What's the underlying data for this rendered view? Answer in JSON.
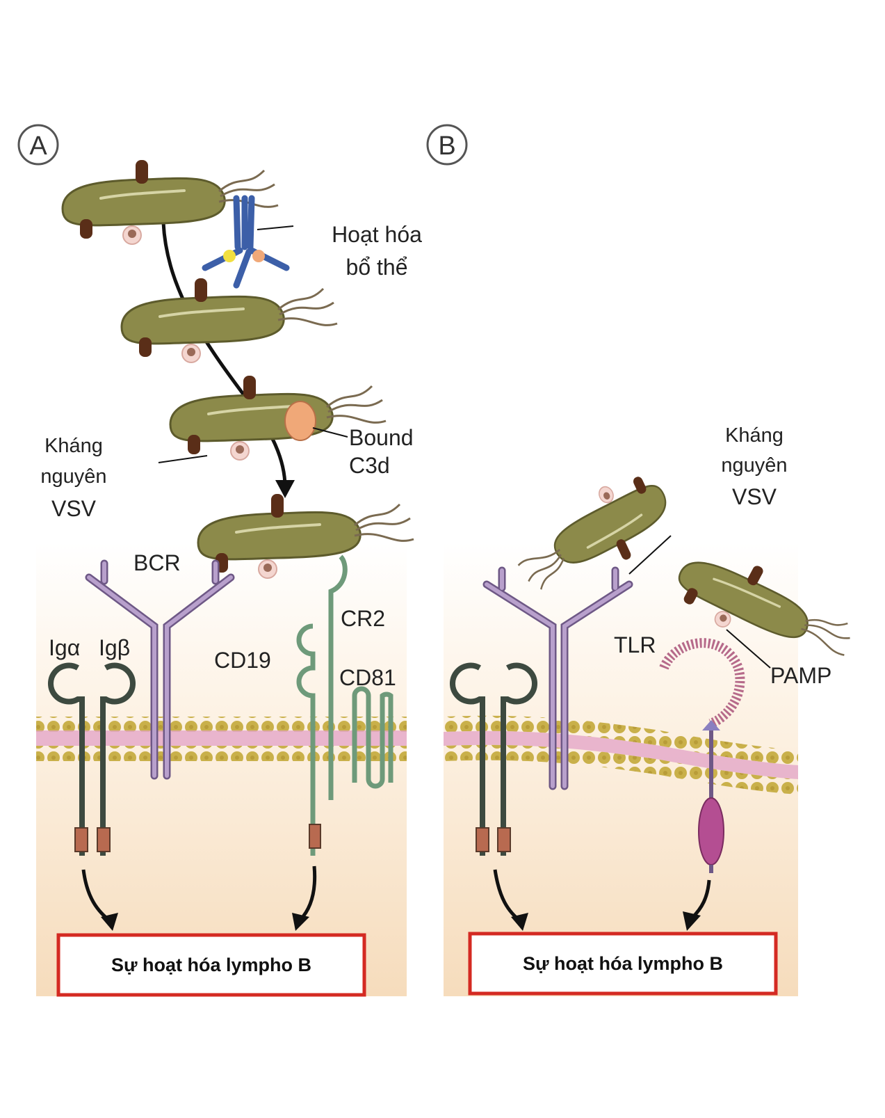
{
  "panels": {
    "A": {
      "letter": "A",
      "complement_label": [
        "Hoạt hóa",
        "bổ thể"
      ],
      "bound_c3d_label": [
        "Bound",
        "C3d"
      ],
      "antigen_label": [
        "Kháng",
        "nguyên",
        "VSV"
      ],
      "bcr_label": "BCR",
      "ig_alpha_label": "Igα",
      "ig_beta_label": "Igβ",
      "cd19_label": "CD19",
      "cr2_label": "CR2",
      "cd81_label": "CD81",
      "result_label": "Sự hoạt hóa lympho B"
    },
    "B": {
      "letter": "B",
      "antigen_label": [
        "Kháng",
        "nguyên",
        "VSV"
      ],
      "tlr_label": "TLR",
      "pamp_label": "PAMP",
      "result_label": "Sự hoạt hóa lympho B"
    }
  },
  "colors": {
    "bacterium": "#8c8a4a",
    "bcr": "#a58ab8",
    "ig": "#3d4a40",
    "cd19_cr2": "#8fb598",
    "cytoplasm": "#f5d9b5",
    "lipid_head": "#c9b04a",
    "lipid_core": "#e3a6c8",
    "result_border": "#d42a22",
    "complement": "#3c5fa8",
    "c3d": "#f0a878",
    "tlr_domain": "#a0477f"
  }
}
